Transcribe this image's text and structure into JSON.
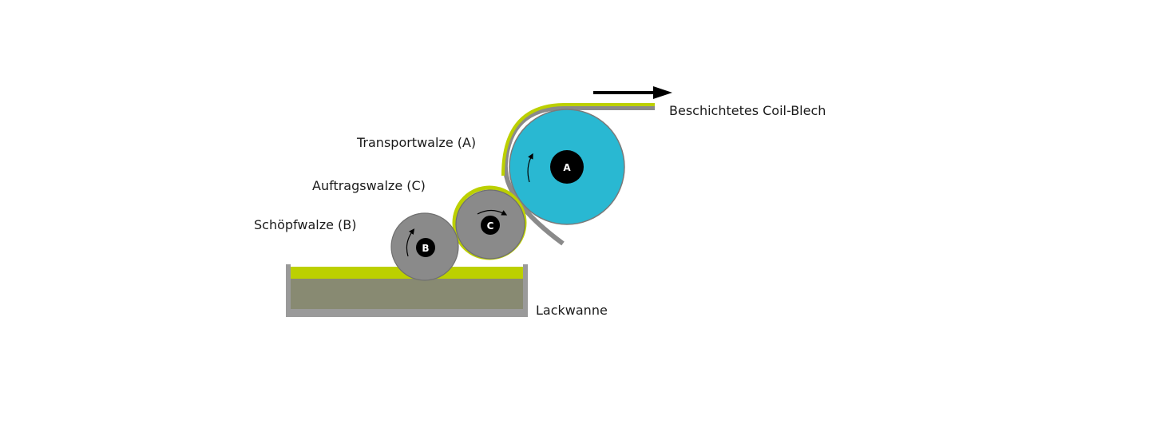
{
  "labels": {
    "coated_sheet": "Beschichtetes Coil-Blech",
    "transport_roller": "Transportwalze (A)",
    "applicator_roller": "Auftragswalze (C)",
    "pickup_roller": "Schöpfwalze (B)",
    "paint_tray": "Lackwanne"
  },
  "rollers": {
    "a": "A",
    "b": "B",
    "c": "C"
  },
  "colors": {
    "paint": "#bcd000",
    "transport_roller": "#29b8d2",
    "roller_grey": "#8a8a8a",
    "tray_frame": "#9a9a9a",
    "tray_fill": "#888a72",
    "hub": "#000000",
    "arrow": "#000000"
  }
}
